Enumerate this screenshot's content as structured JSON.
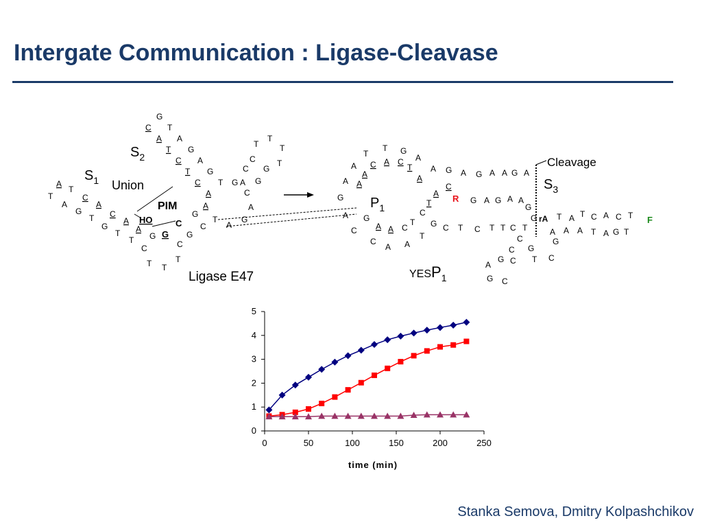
{
  "slide": {
    "title": "Intergate Communication : Ligase-Cleavase",
    "author": "Stanka Semova, Dmitry Kolpashchikov"
  },
  "diagram": {
    "labels": {
      "s1_main": "S",
      "s1_sub": "1",
      "s2_main": "S",
      "s2_sub": "2",
      "s3_main": "S",
      "s3_sub": "3",
      "union": "Union",
      "pim": "PIM",
      "ho": "HO",
      "ligase": "Ligase E47",
      "cleavage": "Cleavage",
      "p1_main": "P",
      "p1_sub": "1",
      "yes_prefix": "YES",
      "yes_main": "P",
      "yes_sub": "1",
      "r_marker": "R",
      "f_marker": "F",
      "ra_marker": "rA",
      "c_mark": "C",
      "g_mark": "G"
    },
    "colors": {
      "text": "#000000",
      "r_marker": "#e8141c",
      "f_marker": "#1c8a1c"
    }
  },
  "chart_data": {
    "type": "line",
    "xlabel": "time (min)",
    "ylabel": "",
    "xlim": [
      0,
      250
    ],
    "ylim": [
      0,
      5
    ],
    "xticks": [
      0,
      50,
      100,
      150,
      200,
      250
    ],
    "yticks": [
      0,
      1,
      2,
      3,
      4,
      5
    ],
    "grid": false,
    "series": [
      {
        "color": "#000080",
        "marker": "diamond",
        "x": [
          5,
          20,
          35,
          50,
          65,
          80,
          95,
          110,
          125,
          140,
          155,
          170,
          185,
          200,
          215,
          230
        ],
        "y": [
          0.88,
          1.5,
          1.92,
          2.25,
          2.58,
          2.88,
          3.15,
          3.38,
          3.62,
          3.82,
          3.97,
          4.1,
          4.22,
          4.33,
          4.43,
          4.55
        ]
      },
      {
        "color": "#ff0000",
        "marker": "square",
        "x": [
          5,
          20,
          35,
          50,
          65,
          80,
          95,
          110,
          125,
          140,
          155,
          170,
          185,
          200,
          215,
          230
        ],
        "y": [
          0.62,
          0.68,
          0.78,
          0.92,
          1.15,
          1.42,
          1.72,
          2.02,
          2.33,
          2.62,
          2.9,
          3.15,
          3.35,
          3.52,
          3.6,
          3.75
        ]
      },
      {
        "color": "#993366",
        "marker": "triangle",
        "x": [
          5,
          20,
          35,
          50,
          65,
          80,
          95,
          110,
          125,
          140,
          155,
          170,
          185,
          200,
          215,
          230
        ],
        "y": [
          0.6,
          0.6,
          0.6,
          0.6,
          0.62,
          0.62,
          0.62,
          0.62,
          0.62,
          0.62,
          0.62,
          0.66,
          0.68,
          0.68,
          0.68,
          0.68
        ]
      }
    ]
  }
}
